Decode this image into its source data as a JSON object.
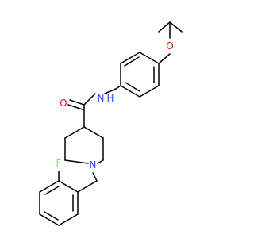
{
  "molecule": {
    "atoms": {
      "oxygen_ether": "O",
      "oxygen_carbonyl": "O",
      "nitrogen_amide": "N",
      "hydrogen_amide": "H",
      "nitrogen_ring": "N",
      "fluorine": "F"
    },
    "colors": {
      "bond": "#000000",
      "oxygen": "#ff0d0d",
      "nitrogen": "#3050f8",
      "fluorine": "#90e050"
    }
  }
}
